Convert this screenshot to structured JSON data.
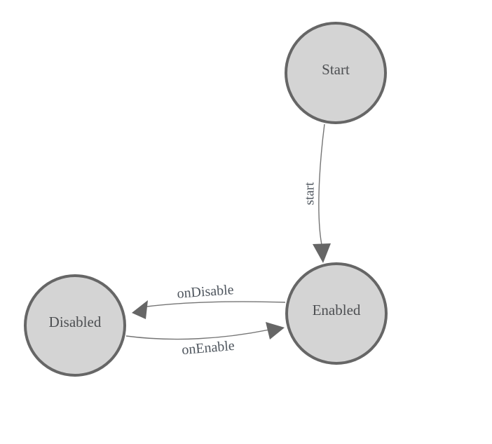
{
  "diagram": {
    "type": "state-machine",
    "background_color": "#ffffff",
    "colors": {
      "node_fill": "#d4d4d4",
      "node_stroke": "#666666",
      "edge_stroke": "#757575",
      "arrowhead_fill": "#666666",
      "node_text": "#4d4f52",
      "edge_text": "#4f565e"
    },
    "nodes": [
      {
        "id": "start",
        "label": "Start"
      },
      {
        "id": "enabled",
        "label": "Enabled"
      },
      {
        "id": "disabled",
        "label": "Disabled"
      }
    ],
    "edges": [
      {
        "id": "start-to-enabled",
        "from": "Start",
        "to": "Enabled",
        "label": "start"
      },
      {
        "id": "enabled-to-disabled",
        "from": "Enabled",
        "to": "Disabled",
        "label": "onDisable"
      },
      {
        "id": "disabled-to-enabled",
        "from": "Disabled",
        "to": "Enabled",
        "label": "onEnable"
      }
    ]
  }
}
